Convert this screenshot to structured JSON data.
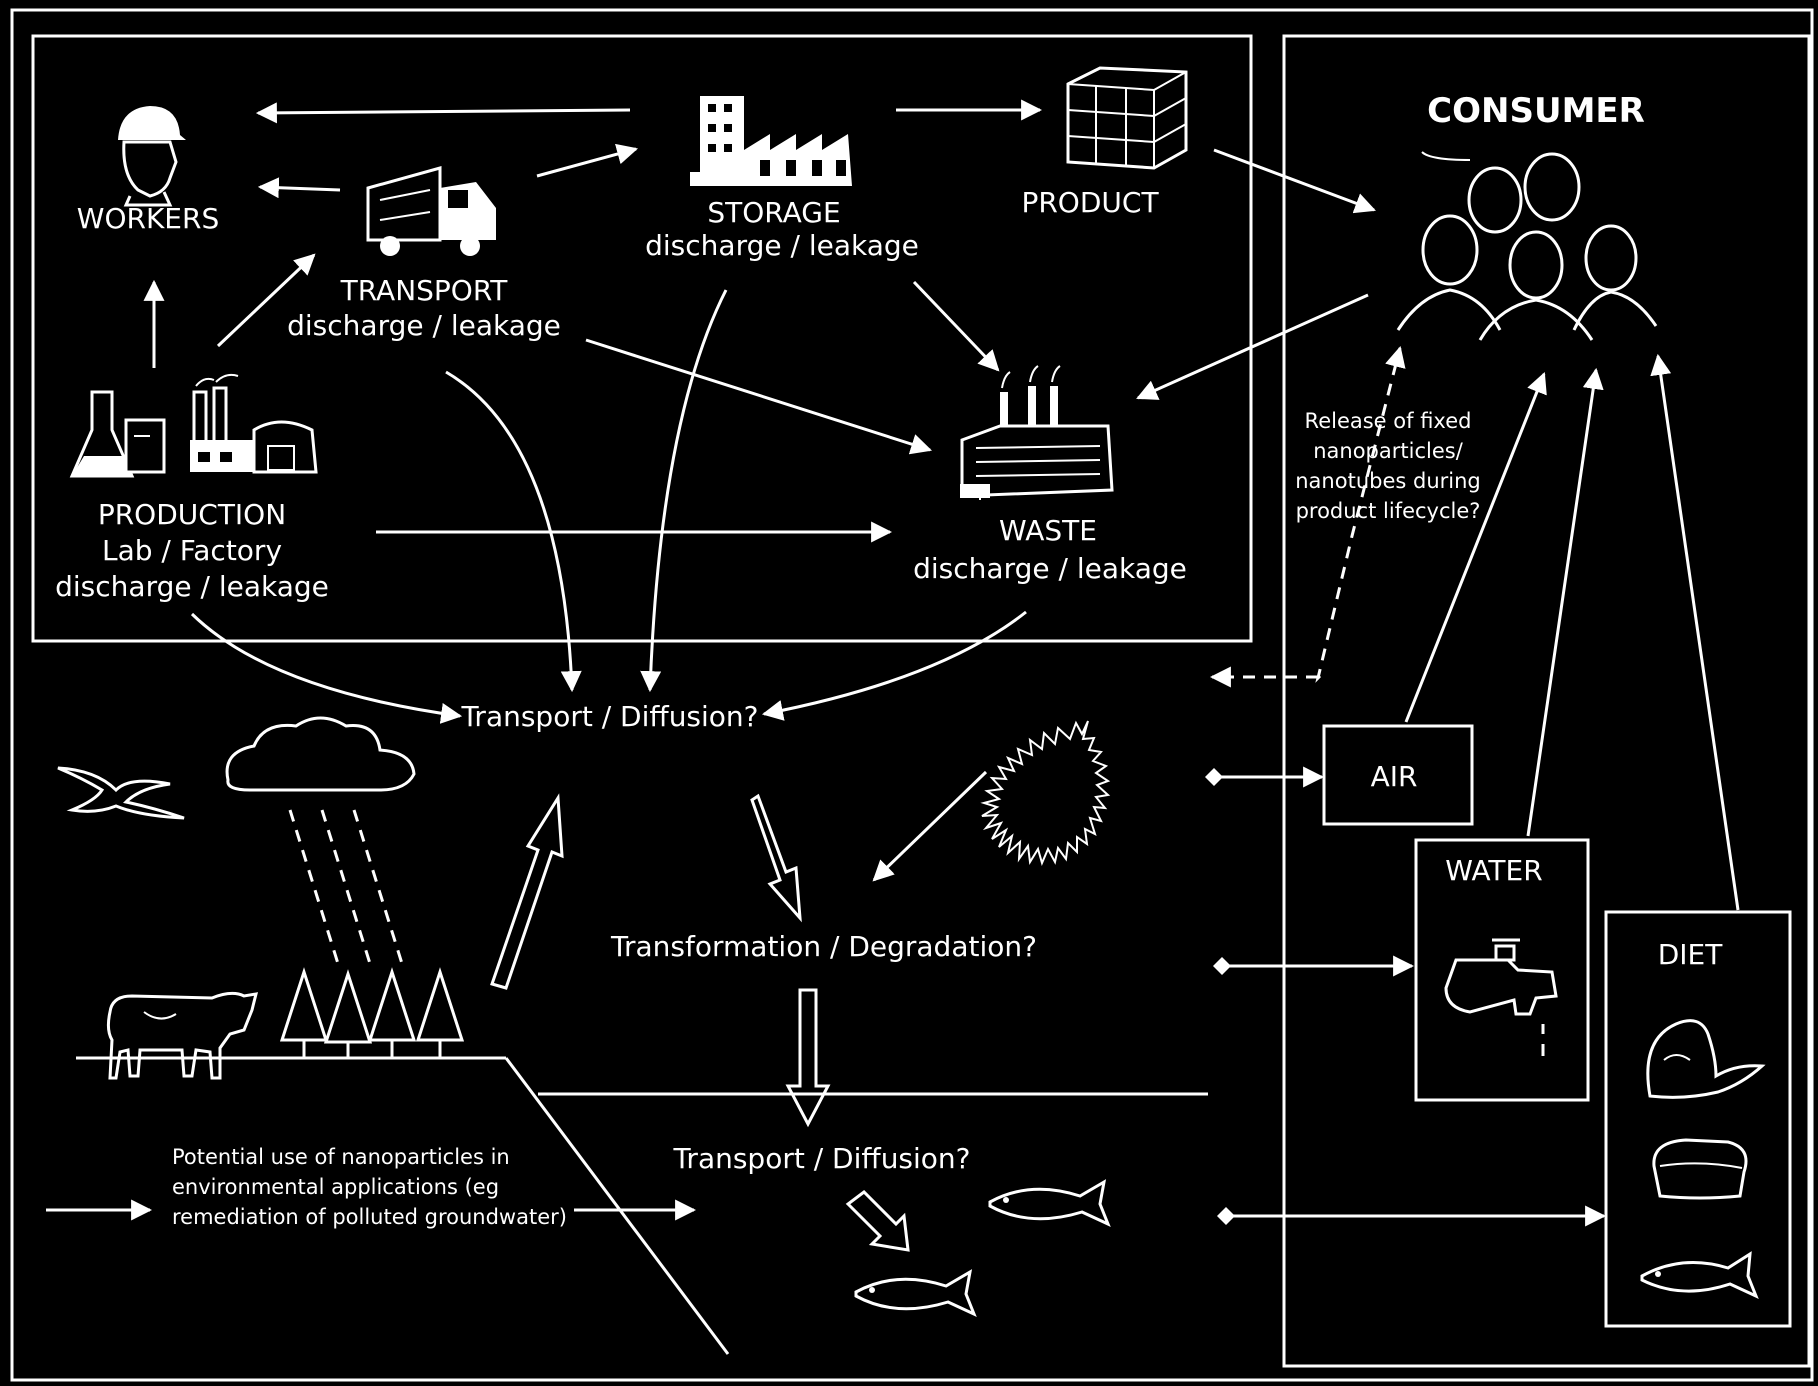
{
  "nodes": {
    "workers": "WORKERS",
    "transport_title": "TRANSPORT",
    "transport_sub": "discharge / leakage",
    "storage_title": "STORAGE",
    "storage_sub": "discharge / leakage",
    "product": "PRODUCT",
    "consumer": "CONSUMER",
    "production_title": "PRODUCTION",
    "production_sub1": "Lab / Factory",
    "production_sub2": "discharge / leakage",
    "waste_title": "WASTE",
    "waste_sub": "discharge / leakage",
    "transport_diffusion_upper": "Transport / Diffusion?",
    "transformation": "Transformation / Degradation?",
    "transport_diffusion_lower": "Transport / Diffusion?",
    "air": "AIR",
    "water": "WATER",
    "diet": "DIET"
  },
  "notes": {
    "release_lines": [
      "Release of fixed",
      "nanoparticles/",
      "nanotubes during",
      "product lifecycle?"
    ],
    "environmental_lines": [
      "Potential use of nanoparticles in",
      "environmental applications (eg",
      "remediation of polluted groundwater)"
    ]
  },
  "icons": [
    "worker-helmet-icon",
    "truck-icon",
    "factory-icon",
    "boxes-pallet-icon",
    "consumers-group-icon",
    "lab-flask-icon",
    "production-factory-icon",
    "waste-plant-icon",
    "sun-icon",
    "cloud-rain-icon",
    "bird-icon",
    "cow-icon",
    "trees-icon",
    "fish-icon",
    "water-tap-icon",
    "vegetables-icon",
    "bread-icon"
  ],
  "colors": {
    "background": "#000000",
    "foreground": "#ffffff"
  }
}
